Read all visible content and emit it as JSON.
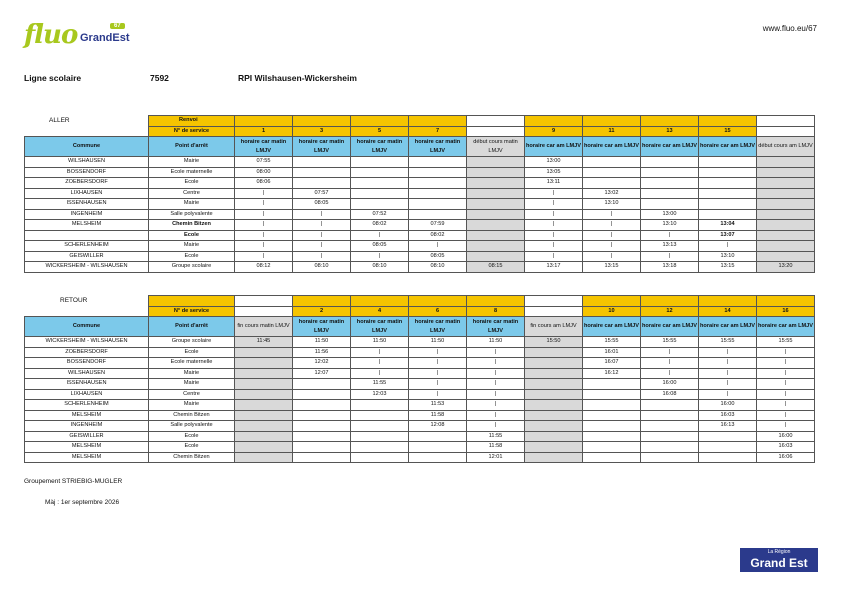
{
  "logo": {
    "text": "fluo",
    "brand": "GrandEst",
    "badge": "67"
  },
  "url": "www.fluo.eu/67",
  "header": {
    "title": "Ligne scolaire",
    "number": "7592",
    "route": "RPI Wilshausen-Wickersheim"
  },
  "aller": {
    "label": "ALLER",
    "renvoi": "Renvoi",
    "service_label": "N° de service",
    "commune_label": "Commune",
    "arret_label": "Point d'arrêt",
    "services": [
      "1",
      "3",
      "5",
      "7",
      "",
      "9",
      "11",
      "13",
      "15",
      ""
    ],
    "periods": [
      "horaire car matin LMJV",
      "horaire car matin LMJV",
      "horaire car matin LMJV",
      "horaire car matin LMJV",
      "début cours matin LMJV",
      "horaire car am LMJV",
      "horaire car am LMJV",
      "horaire car am LMJV",
      "horaire car am LMJV",
      "début cours am LMJV"
    ],
    "rows": [
      {
        "commune": "WILSHAUSEN",
        "arret": "Mairie",
        "t": [
          "07:55",
          "",
          "",
          "",
          "",
          "13:00",
          "",
          "",
          "",
          ""
        ]
      },
      {
        "commune": "BOSSENDORF",
        "arret": "Ecole maternelle",
        "t": [
          "08:00",
          "",
          "",
          "",
          "",
          "13:05",
          "",
          "",
          "",
          ""
        ]
      },
      {
        "commune": "ZOEBERSDORF",
        "arret": "Ecole",
        "t": [
          "08:06",
          "",
          "",
          "",
          "",
          "13:11",
          "",
          "",
          "",
          ""
        ]
      },
      {
        "commune": "LIXHAUSEN",
        "arret": "Centre",
        "t": [
          "|",
          "07:57",
          "",
          "",
          "",
          "|",
          "13:02",
          "",
          "",
          ""
        ]
      },
      {
        "commune": "ISSENHAUSEN",
        "arret": "Mairie",
        "t": [
          "|",
          "08:05",
          "",
          "",
          "",
          "|",
          "13:10",
          "",
          "",
          ""
        ]
      },
      {
        "commune": "INGENHEIM",
        "arret": "Salle polyvalente",
        "t": [
          "|",
          "|",
          "07:52",
          "",
          "",
          "|",
          "|",
          "13:00",
          "",
          ""
        ]
      },
      {
        "commune": "MELSHEIM",
        "arret": "Chemin Bitzen",
        "t": [
          "|",
          "|",
          "08:02",
          "07:59",
          "",
          "|",
          "|",
          "13:10",
          "13:04",
          ""
        ]
      },
      {
        "commune": "",
        "arret": "Ecole",
        "t": [
          "|",
          "|",
          "|",
          "08:02",
          "",
          "|",
          "|",
          "|",
          "13:07",
          ""
        ]
      },
      {
        "commune": "SCHERLENHEIM",
        "arret": "Mairie",
        "t": [
          "|",
          "|",
          "08:05",
          "|",
          "",
          "|",
          "|",
          "13:13",
          "|",
          ""
        ]
      },
      {
        "commune": "GEISWILLER",
        "arret": "Ecole",
        "t": [
          "|",
          "|",
          "|",
          "08:05",
          "",
          "|",
          "|",
          "|",
          "13:10",
          ""
        ]
      },
      {
        "commune": "WICKERSHEIM - WILSHAUSEN",
        "arret": "Groupe scolaire",
        "t": [
          "08:12",
          "08:10",
          "08:10",
          "08:10",
          "08:15",
          "13:17",
          "13:15",
          "13:18",
          "13:15",
          "13:20"
        ]
      }
    ]
  },
  "retour": {
    "label": "RETOUR",
    "service_label": "N° de service",
    "commune_label": "Commune",
    "arret_label": "Point d'arrêt",
    "services": [
      "",
      "2",
      "4",
      "6",
      "8",
      "",
      "10",
      "12",
      "14",
      "16"
    ],
    "periods": [
      "fin cours matin LMJV",
      "horaire car matin LMJV",
      "horaire car matin LMJV",
      "horaire car matin LMJV",
      "horaire car matin LMJV",
      "fin cours am LMJV",
      "horaire car am LMJV",
      "horaire car am LMJV",
      "horaire car am LMJV",
      "horaire car am LMJV"
    ],
    "rows": [
      {
        "commune": "WICKERSHEIM - WILSHAUSEN",
        "arret": "Groupe scolaire",
        "t": [
          "11:45",
          "11:50",
          "11:50",
          "11:50",
          "11:50",
          "15:50",
          "15:55",
          "15:55",
          "15:55",
          "15:55"
        ]
      },
      {
        "commune": "ZOEBERSDORF",
        "arret": "Ecole",
        "t": [
          "",
          "11:56",
          "|",
          "|",
          "|",
          "",
          "16:01",
          "|",
          "|",
          "|"
        ]
      },
      {
        "commune": "BOSSENDORF",
        "arret": "Ecole maternelle",
        "t": [
          "",
          "12:02",
          "|",
          "|",
          "|",
          "",
          "16:07",
          "|",
          "|",
          "|"
        ]
      },
      {
        "commune": "WILSHAUSEN",
        "arret": "Mairie",
        "t": [
          "",
          "12:07",
          "|",
          "|",
          "|",
          "",
          "16:12",
          "|",
          "|",
          "|"
        ]
      },
      {
        "commune": "ISSENHAUSEN",
        "arret": "Mairie",
        "t": [
          "",
          "",
          "11:55",
          "|",
          "|",
          "",
          "",
          "16:00",
          "|",
          "|"
        ]
      },
      {
        "commune": "LIXHAUSEN",
        "arret": "Centre",
        "t": [
          "",
          "",
          "12:03",
          "|",
          "|",
          "",
          "",
          "16:08",
          "|",
          "|"
        ]
      },
      {
        "commune": "SCHERLENHEIM",
        "arret": "Mairie",
        "t": [
          "",
          "",
          "",
          "11:53",
          "|",
          "",
          "",
          "",
          "16:00",
          "|"
        ]
      },
      {
        "commune": "MELSHEIM",
        "arret": "Chemin Bitzen",
        "t": [
          "",
          "",
          "",
          "11:58",
          "|",
          "",
          "",
          "",
          "16:03",
          "|"
        ]
      },
      {
        "commune": "INGENHEIM",
        "arret": "Salle polyvalente",
        "t": [
          "",
          "",
          "",
          "12:08",
          "|",
          "",
          "",
          "",
          "16:13",
          "|"
        ]
      },
      {
        "commune": "GEISWILLER",
        "arret": "Ecole",
        "t": [
          "",
          "",
          "",
          "",
          "11:55",
          "",
          "",
          "",
          "",
          "16:00"
        ]
      },
      {
        "commune": "MELSHEIM",
        "arret": "Ecole",
        "t": [
          "",
          "",
          "",
          "",
          "11:58",
          "",
          "",
          "",
          "",
          "16:03"
        ]
      },
      {
        "commune": "MELSHEIM",
        "arret": "Chemin Bitzen",
        "t": [
          "",
          "",
          "",
          "",
          "12:01",
          "",
          "",
          "",
          "",
          "16:06"
        ]
      }
    ]
  },
  "footer": {
    "company": "Groupement STRIEBIG-MUGLER",
    "update": "Màj : 1er septembre 2026"
  },
  "region_logo": {
    "small": "La Région",
    "main": "Grand Est"
  }
}
